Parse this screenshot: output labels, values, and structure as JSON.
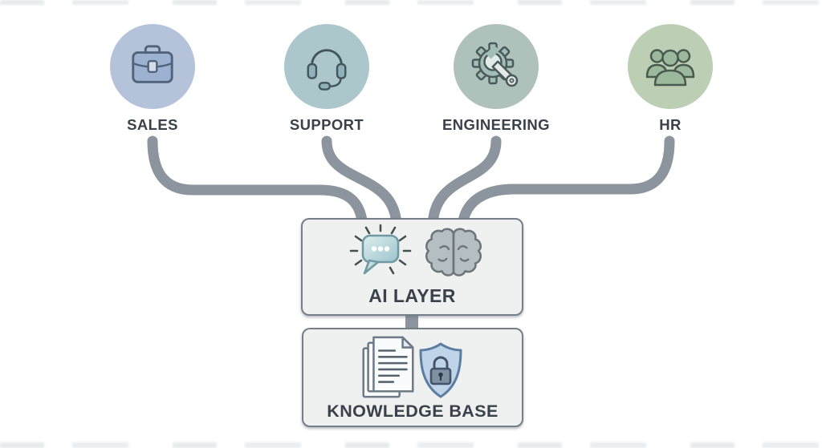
{
  "diagram": {
    "departments": [
      {
        "label": "SALES",
        "icon": "briefcase-icon",
        "circle_color": "#b4c3da"
      },
      {
        "label": "SUPPORT",
        "icon": "headset-icon",
        "circle_color": "#abc7cc"
      },
      {
        "label": "ENGINEERING",
        "icon": "gear-wrench-icon",
        "circle_color": "#aec1bb"
      },
      {
        "label": "HR",
        "icon": "team-icon",
        "circle_color": "#bccfb4"
      }
    ],
    "ai_layer": {
      "label": "AI LAYER",
      "icons": [
        "chat-bubble-icon",
        "brain-icon"
      ]
    },
    "knowledge_base": {
      "label": "KNOWLEDGE BASE",
      "icons": [
        "documents-icon",
        "shield-lock-icon"
      ]
    },
    "connections": [
      {
        "from": "SALES",
        "to": "AI LAYER"
      },
      {
        "from": "SUPPORT",
        "to": "AI LAYER"
      },
      {
        "from": "ENGINEERING",
        "to": "AI LAYER"
      },
      {
        "from": "HR",
        "to": "AI LAYER"
      },
      {
        "from": "AI LAYER",
        "to": "KNOWLEDGE BASE"
      }
    ],
    "colors": {
      "wire": "#8c959d",
      "box_bg": "#eef1f0",
      "box_border": "#767f88",
      "label_text": "#3a414a",
      "background": "#ffffff"
    }
  }
}
